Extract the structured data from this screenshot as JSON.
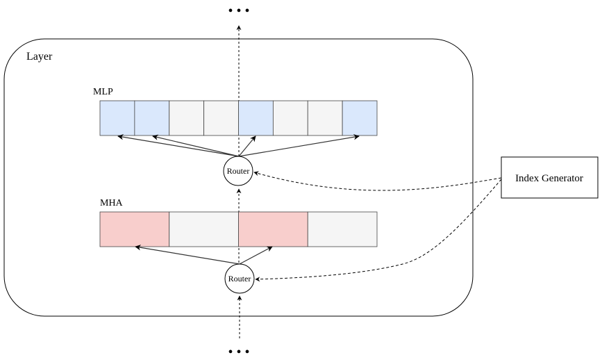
{
  "layer": {
    "label": "Layer"
  },
  "mlp": {
    "label": "MLP",
    "cells": [
      true,
      true,
      false,
      false,
      true,
      false,
      false,
      true
    ],
    "active_fill": "#dae8fc",
    "inactive_fill": "#f5f5f5"
  },
  "mha": {
    "label": "MHA",
    "cells": [
      true,
      false,
      true,
      false
    ],
    "active_fill": "#f8cecc",
    "inactive_fill": "#f5f5f5"
  },
  "routers": {
    "top_label": "Router",
    "bottom_label": "Router"
  },
  "index_generator": {
    "label": "Index Generator"
  },
  "ellipsis_top": "• • •",
  "ellipsis_bottom": "• • •"
}
